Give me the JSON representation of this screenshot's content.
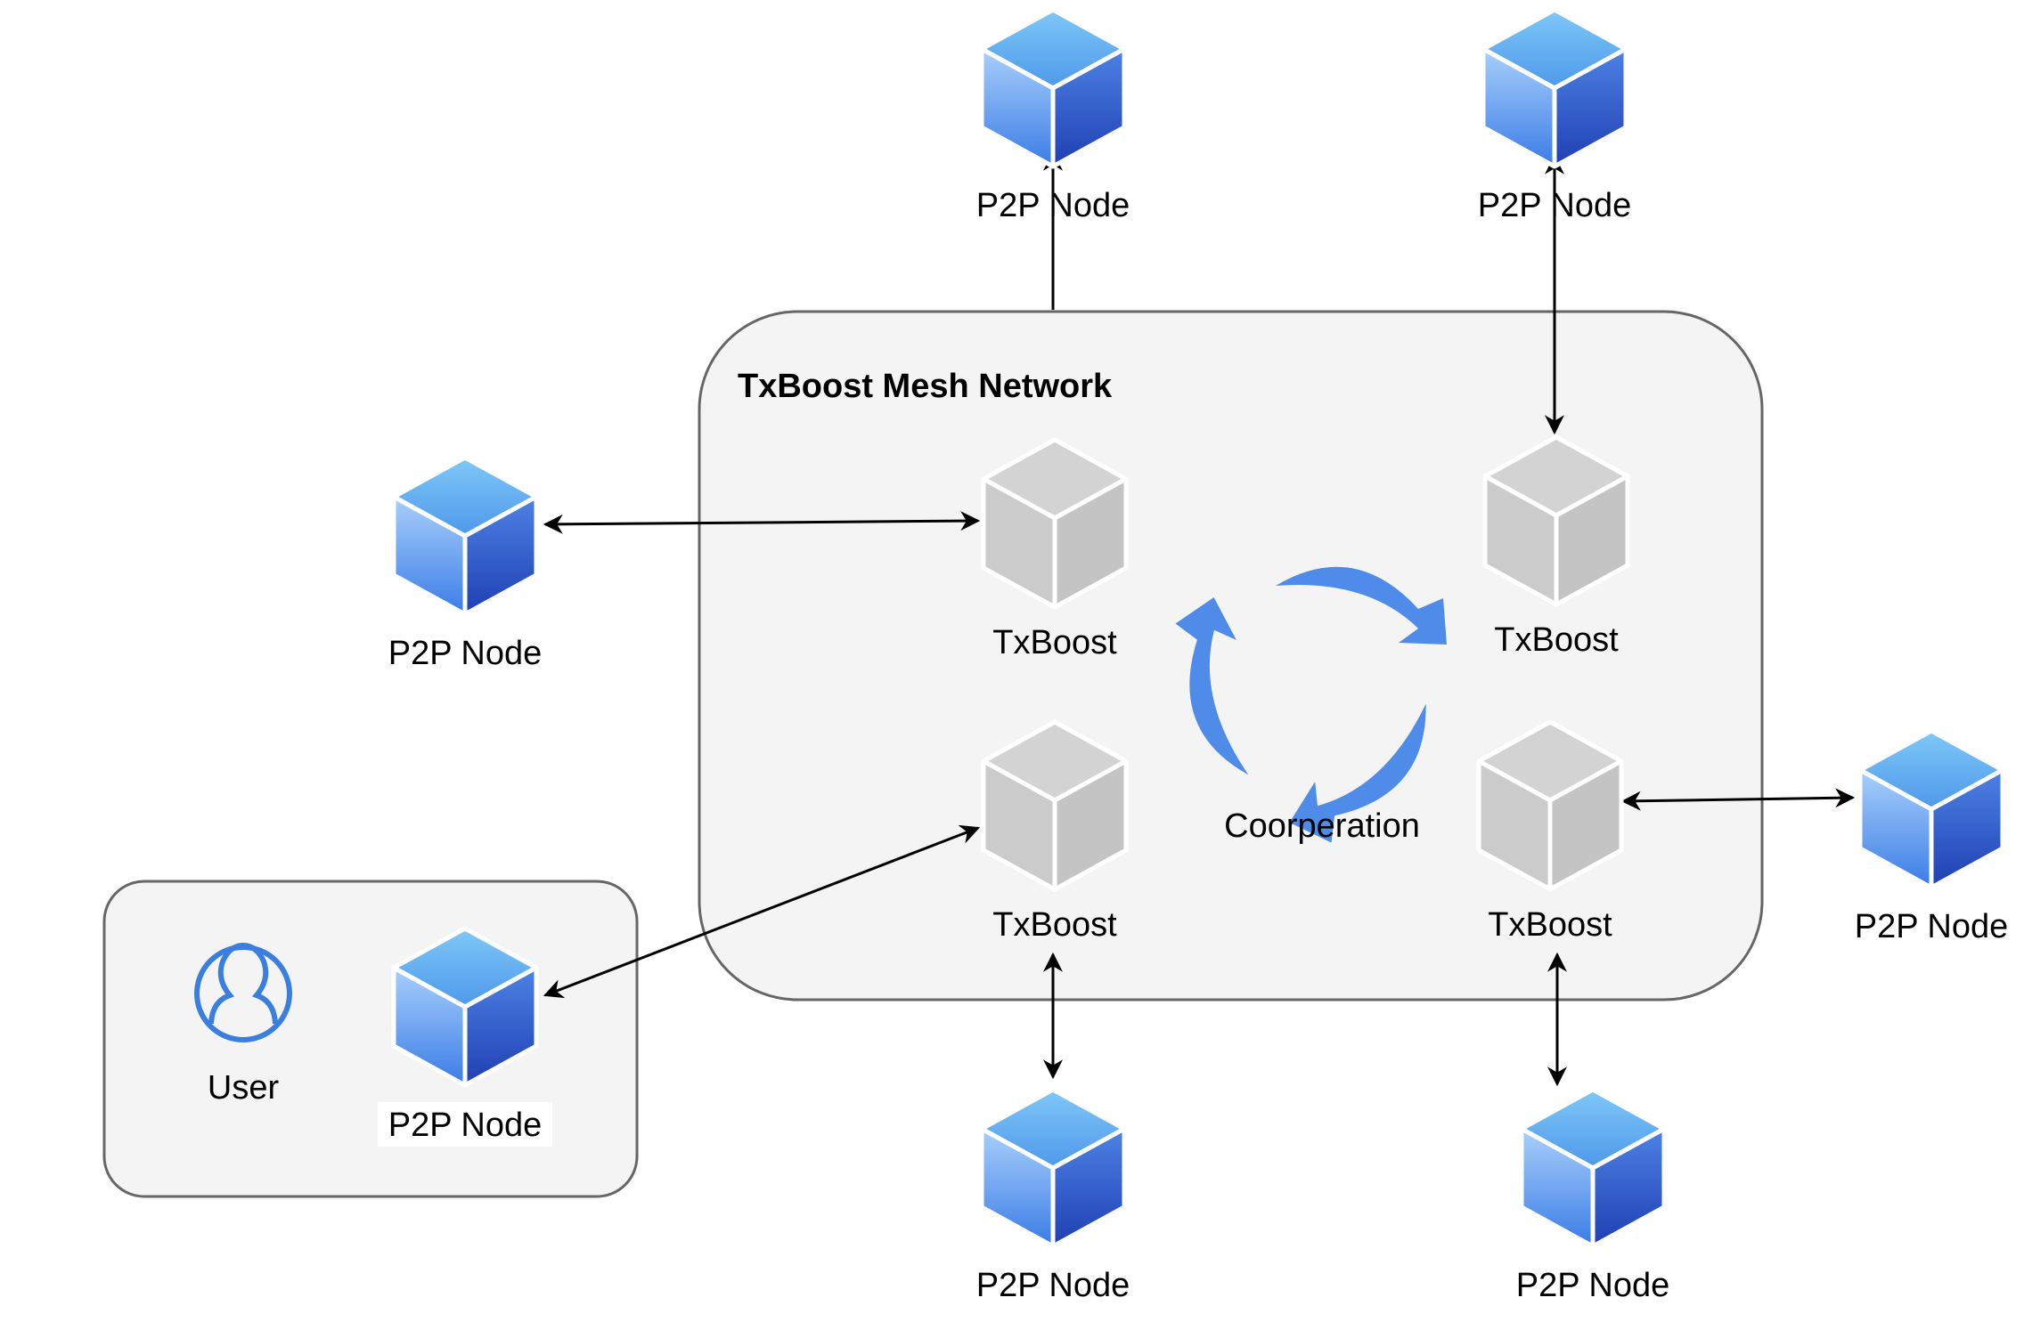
{
  "mesh": {
    "title": "TxBoost Mesh Network"
  },
  "cooperation": {
    "label": "Coorperation",
    "color": "#4f8be8"
  },
  "user_group": {
    "user_label": "User",
    "node_label": "P2P Node"
  },
  "txboost_nodes": [
    {
      "id": "tx-top-left",
      "label": "TxBoost"
    },
    {
      "id": "tx-top-right",
      "label": "TxBoost"
    },
    {
      "id": "tx-bottom-left",
      "label": "TxBoost"
    },
    {
      "id": "tx-bottom-right",
      "label": "TxBoost"
    }
  ],
  "p2p_nodes": [
    {
      "id": "p2p-top-1",
      "label": "P2P Node"
    },
    {
      "id": "p2p-top-2",
      "label": "P2P Node"
    },
    {
      "id": "p2p-left",
      "label": "P2P Node"
    },
    {
      "id": "p2p-right",
      "label": "P2P Node"
    },
    {
      "id": "p2p-bottom-1",
      "label": "P2P Node"
    },
    {
      "id": "p2p-bottom-2",
      "label": "P2P Node"
    }
  ],
  "colors": {
    "p2p_top": "#5aa9f0",
    "p2p_left": "#7fb8f7",
    "p2p_right": "#2f5fd0",
    "txboost_face": "#cccccc",
    "container_fill": "#f4f4f4",
    "container_stroke": "#666666"
  }
}
